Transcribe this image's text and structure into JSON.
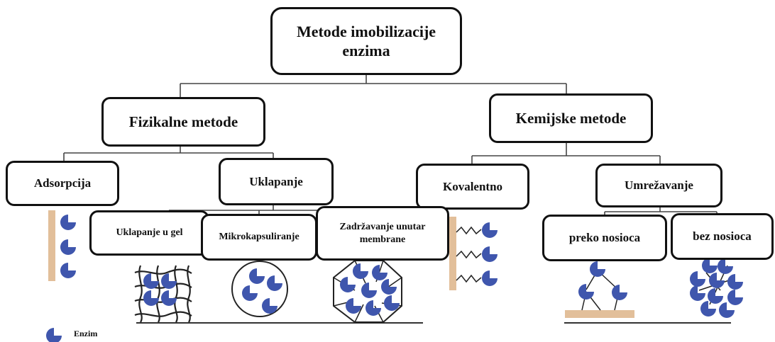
{
  "root": {
    "label": "Metode imobilizacije enzima"
  },
  "branches": {
    "physical": {
      "label": "Fizikalne metode"
    },
    "chemical": {
      "label": "Kemijske metode"
    }
  },
  "methods": {
    "adsorption": "Adsorpcija",
    "entrapment": "Uklapanje",
    "covalent": "Kovalentno",
    "crosslinking": "Umrežavanje"
  },
  "submethods": {
    "gel": "Uklapanje u gel",
    "microencapsulation": "Mikrokapsuliranje",
    "membrane": "Zadržavanje unutar membrane",
    "with_carrier": "preko nosioca",
    "without_carrier": "bez nosioca"
  },
  "legend": {
    "enzyme": "Enzim"
  },
  "colors": {
    "enzyme": "#3f56ad",
    "carrier": "#e2bf9a",
    "line": "#444444",
    "border": "#111111"
  }
}
